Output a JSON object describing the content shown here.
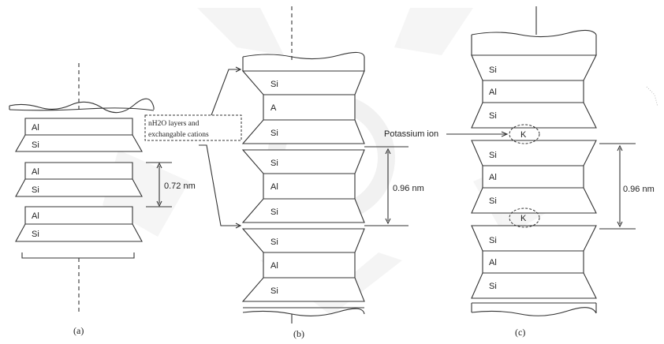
{
  "diagram": {
    "a": {
      "caption": "(a)",
      "layers": [
        "Al",
        "Si",
        "Al",
        "Si",
        "Al",
        "Si"
      ],
      "spacing": "0.72 nm"
    },
    "b": {
      "caption": "(b)",
      "layers": [
        "Si",
        "A",
        "Si",
        "Si",
        "Al",
        "Si",
        "Si",
        "Al",
        "Si"
      ],
      "spacing": "0.96 nm",
      "note_line1": "nH2O layers and",
      "note_line2": "exchangable cations"
    },
    "c": {
      "caption": "(c)",
      "layers": [
        "Si",
        "Al",
        "Si",
        "Si",
        "Al",
        "Si",
        "Si",
        "Al",
        "Si"
      ],
      "spacing": "0.96 nm",
      "ion_label": "Potassium ion",
      "ion_symbol_1": "K",
      "ion_symbol_2": "K"
    }
  }
}
